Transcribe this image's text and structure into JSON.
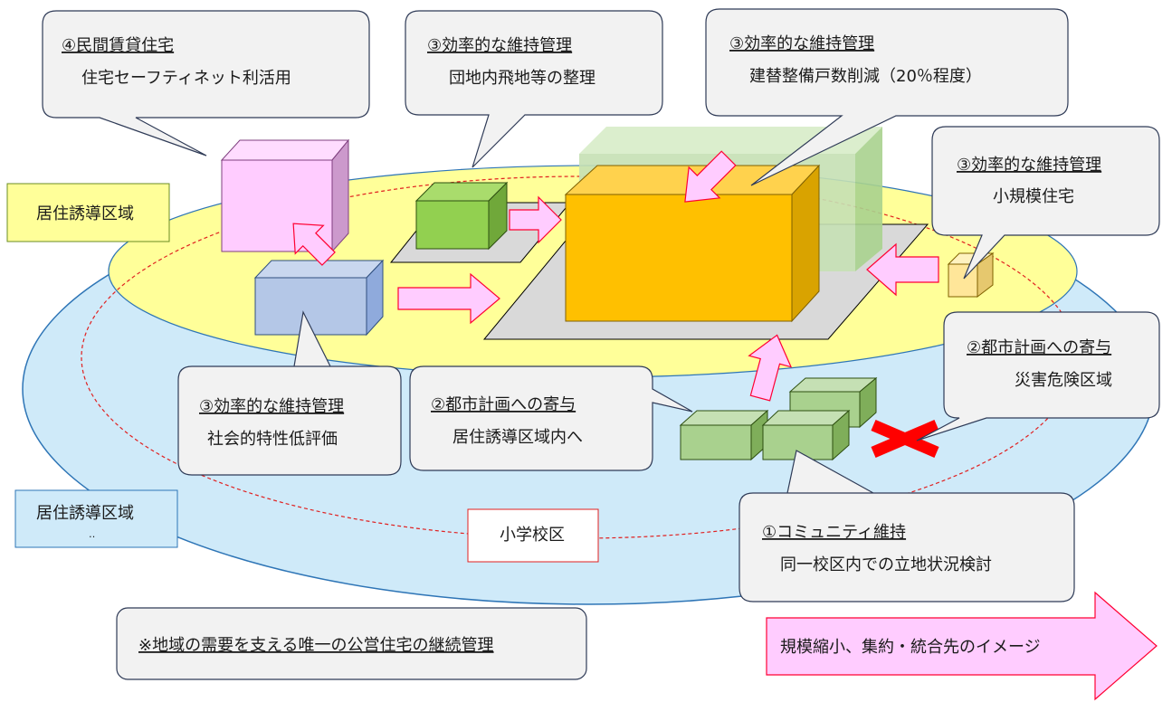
{
  "zone_labels": {
    "inner_zone": "居住誘導区域",
    "outer_zone": "居住誘導区域",
    "outer_zone_dots": "‥",
    "school_district": "小学校区"
  },
  "callouts": {
    "private_rental": {
      "title": "④民間賃貸住宅",
      "body": "住宅セーフティネット利活用"
    },
    "enclave": {
      "title": "③効率的な維持管理",
      "body": "団地内飛地等の整理"
    },
    "rebuild_reduction": {
      "title": "③効率的な維持管理",
      "body": "建替整備戸数削減（20％程度）"
    },
    "small_scale": {
      "title": "③効率的な維持管理",
      "body": "小規模住宅"
    },
    "disaster_area": {
      "title": "②都市計画への寄与",
      "body": "災害危険区域"
    },
    "low_rating": {
      "title": "③効率的な維持管理",
      "body": "社会的特性低評価"
    },
    "induce_inside": {
      "title": "②都市計画への寄与",
      "body": "居住誘導区域内へ"
    },
    "community": {
      "title": "①コミュニティ維持",
      "body": "同一校区内での立地状況検討"
    }
  },
  "note": "※地域の需要を支える唯一の公営住宅の継続管理",
  "legend_arrow": "規模縮小、集約・統合先のイメージ",
  "colors": {
    "outer_zone_fill": "#cfeaf9",
    "outer_zone_stroke": "#2e75b6",
    "inner_zone_fill": "#ffff99",
    "school_border": "#e02020",
    "site_gray": "#d9d9d9",
    "arrow_pink": "#ffccff",
    "arrow_border": "#ff0033",
    "callout_fill": "#f2f2f2",
    "main_block": "#ffc000",
    "block_green": "#92d050",
    "block_blue": "#b4c7e7",
    "block_pink": "#ffccff",
    "block_small": "#ffe699",
    "block_pale_green": "#c5e0b4"
  }
}
